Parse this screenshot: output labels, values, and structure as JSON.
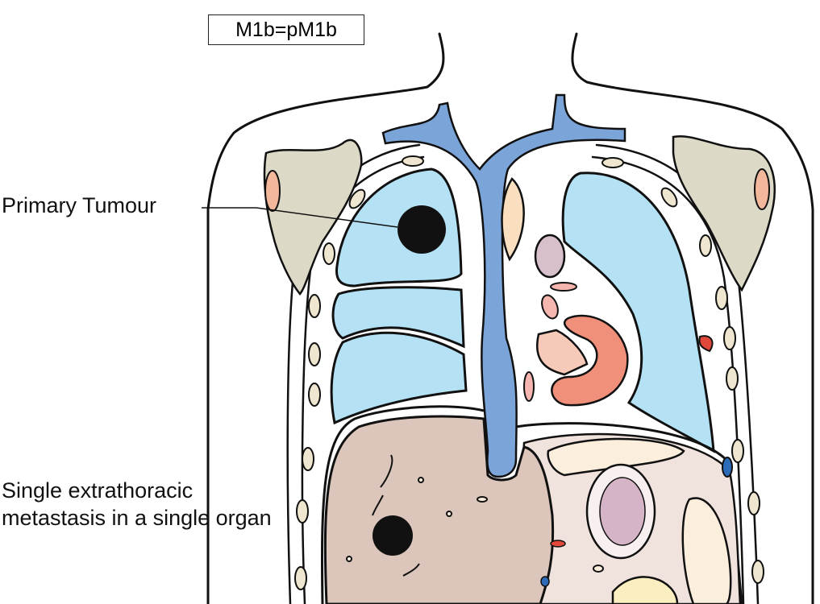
{
  "stage_label": "M1b=pM1b",
  "labels": {
    "primary_tumour": "Primary Tumour",
    "metastasis": "Single extrathoracic metastasis in a single organ"
  },
  "colors": {
    "lung": "#b4e2f4",
    "vein": "#7ba4d9",
    "liver": "#dcc6bb",
    "scapula": "#ddd9c7",
    "heart": "#f0907a",
    "tumour": "#111111",
    "abdomen": "#f0e2dc"
  }
}
